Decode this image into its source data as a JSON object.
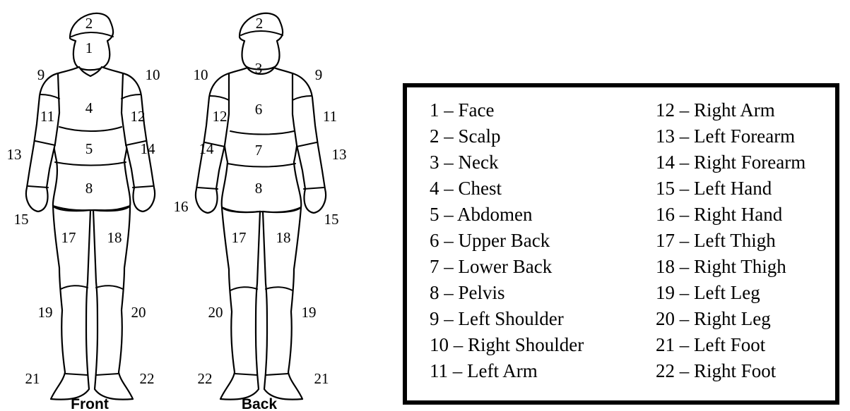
{
  "figures": {
    "front": {
      "caption": "Front",
      "labels": [
        "1",
        "2",
        "4",
        "5",
        "8",
        "9",
        "10",
        "11",
        "12",
        "13",
        "14",
        "15",
        "17",
        "18",
        "19",
        "20",
        "21",
        "22"
      ]
    },
    "back": {
      "caption": "Back",
      "labels": [
        "2",
        "3",
        "6",
        "7",
        "8",
        "10",
        "9",
        "12",
        "11",
        "14",
        "13",
        "16",
        "15",
        "17",
        "18",
        "20",
        "19",
        "22",
        "21"
      ]
    }
  },
  "legend": {
    "left_column": [
      "1 – Face",
      "2 – Scalp",
      "3 – Neck",
      "4 – Chest",
      "5 – Abdomen",
      "6 – Upper Back",
      "7 – Lower Back",
      "8 – Pelvis",
      "9 – Left Shoulder",
      "10 – Right Shoulder",
      "11 – Left Arm"
    ],
    "right_column": [
      "12 – Right Arm",
      "13 – Left Forearm",
      "14 – Right Forearm",
      "15 – Left Hand",
      "16 – Right Hand",
      "17 – Left Thigh",
      "18 – Right Thigh",
      "19 – Left Leg",
      "20 – Right Leg",
      "21 – Left Foot",
      "22 – Right Foot"
    ]
  }
}
